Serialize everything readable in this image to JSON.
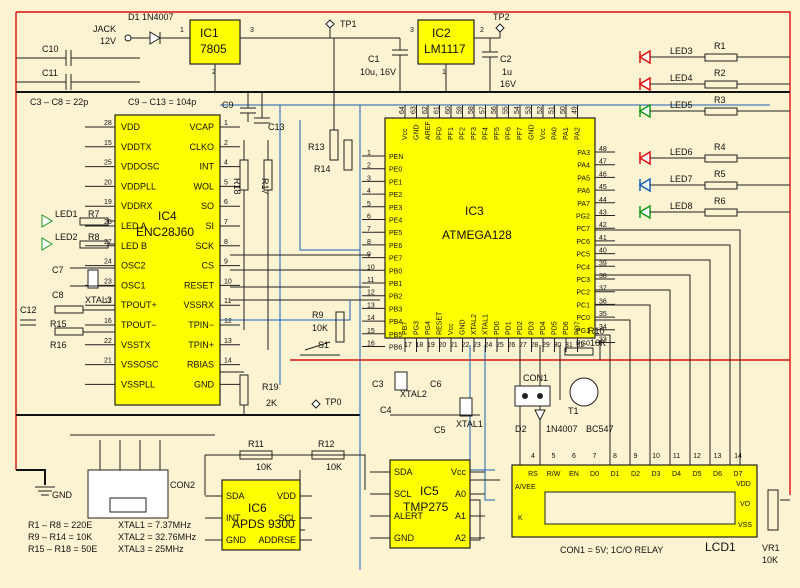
{
  "ics": {
    "ic1": {
      "ref": "IC1",
      "part": "7805"
    },
    "ic2": {
      "ref": "IC2",
      "part": "LM1117"
    },
    "ic3": {
      "ref": "IC3",
      "part": "ATMEGA128"
    },
    "ic4": {
      "ref": "IC4",
      "part": "ENC28J60"
    },
    "ic5": {
      "ref": "IC5",
      "part": "TMP275"
    },
    "ic6": {
      "ref": "IC6",
      "part": "APDS 9300"
    },
    "lcd": {
      "ref": "LCD1"
    }
  },
  "ic4_left": [
    "VDD",
    "VDDTX",
    "VDDOSC",
    "VDDPLL",
    "VDDRX",
    "LED A",
    "LED B",
    "OSC2",
    "OSC1",
    "TPOUT+",
    "TPOUT−",
    "VSSTX",
    "VSSOSC",
    "VSSPLL"
  ],
  "ic4_left_nums": [
    "28",
    "15",
    "25",
    "20",
    "19",
    "26",
    "27",
    "24",
    "23",
    "17",
    "16",
    "22",
    "21"
  ],
  "ic4_right": [
    "VCAP",
    "CLKO",
    "INT",
    "WOL",
    "SO",
    "SI",
    "SCK",
    "CS",
    "RESET",
    "VSSRX",
    "TPIN−",
    "TPIN+",
    "RBIAS",
    "GND"
  ],
  "ic4_right_nums": [
    "1",
    "2",
    "4",
    "5",
    "6",
    "7",
    "8",
    "9",
    "10",
    "11",
    "12",
    "13",
    "14"
  ],
  "ic3_left": [
    "PEN",
    "PE0",
    "PE1",
    "PE2",
    "PE3",
    "PE4",
    "PE5",
    "PE6",
    "PE7",
    "PB0",
    "PB1",
    "PB2",
    "PB3",
    "PB4",
    "PB5",
    "PB6"
  ],
  "ic3_left_nums": [
    "1",
    "2",
    "3",
    "4",
    "5",
    "6",
    "7",
    "8",
    "9",
    "10",
    "11",
    "12",
    "13",
    "14",
    "15",
    "16"
  ],
  "ic3_right": [
    "PA3",
    "PA4",
    "PA5",
    "PA6",
    "PA7",
    "PG2",
    "PC7",
    "PC6",
    "PC5",
    "PC4",
    "PC3",
    "PC2",
    "PC1",
    "PC0",
    "PG1",
    "PG0"
  ],
  "ic3_right_nums": [
    "48",
    "47",
    "46",
    "45",
    "44",
    "43",
    "42",
    "41",
    "40",
    "39",
    "38",
    "37",
    "36",
    "35",
    "34",
    "33"
  ],
  "ic3_top": [
    "Vcc",
    "GND",
    "AREF",
    "PF0",
    "PF1",
    "PF2",
    "PF3",
    "PF4",
    "PF5",
    "PF6",
    "PF7",
    "GND",
    "Vcc",
    "PA0",
    "PA1",
    "PA2"
  ],
  "ic3_top_nums": [
    "64",
    "63",
    "62",
    "61",
    "60",
    "59",
    "58",
    "57",
    "56",
    "55",
    "54",
    "53",
    "52",
    "51",
    "50",
    "49"
  ],
  "ic3_bottom": [
    "PB7",
    "PG3",
    "PG4",
    "RESET",
    "Vcc",
    "GND",
    "XTAL2",
    "XTAL1",
    "PD0",
    "PD1",
    "PD2",
    "PD3",
    "PD4",
    "PD5",
    "PD6",
    "PD7"
  ],
  "ic3_bottom_nums": [
    "17",
    "18",
    "19",
    "20",
    "21",
    "22",
    "23",
    "24",
    "25",
    "26",
    "27",
    "28",
    "29",
    "30",
    "31",
    "32"
  ],
  "ic5_left": [
    "SDA",
    "SCL",
    "ALERT",
    "GND"
  ],
  "ic5_right": [
    "Vcc",
    "A0",
    "A1",
    "A2"
  ],
  "ic6_left": [
    "SDA",
    "INT",
    "GND"
  ],
  "ic6_right": [
    "VDD",
    "SCL",
    "ADDRSE"
  ],
  "lcd_pins": [
    "RS",
    "R/W",
    "EN",
    "D0",
    "D1",
    "D2",
    "D3",
    "D4",
    "D5",
    "D6",
    "D7"
  ],
  "lcd_nums": [
    "4",
    "5",
    "6",
    "7",
    "8",
    "9",
    "10",
    "11",
    "12",
    "13",
    "14"
  ],
  "lcd_side": [
    "A/VEE",
    "K",
    "VDD",
    "VO",
    "VSS"
  ],
  "labels": {
    "jack": "JACK",
    "jack_v": "12V",
    "d1": "D1 1N4007",
    "tp1": "TP1",
    "tp2": "TP2",
    "tp0": "TP0",
    "c1": "C1",
    "c1v": "10u, 16V",
    "c2": "C2",
    "c2a": "1u",
    "c2b": "16V",
    "c10": "C10",
    "c11": "C11",
    "c3c8": "C3 – C8 = 22p",
    "c9c13": "C9 – C13 = 104p",
    "c9": "C9",
    "c13": "C13",
    "c7": "C7",
    "c8": "C8",
    "c12": "C12",
    "c3": "C3",
    "c4": "C4",
    "c5": "C5",
    "c6": "C6",
    "xtal1": "XTAL1",
    "xtal2": "XTAL2",
    "xtal3": "XTAL3",
    "led1": "LED1",
    "led2": "LED2",
    "r7": "R7",
    "r8": "R8",
    "r15": "R15",
    "r16": "R16",
    "r17": "R17",
    "r18": "R18",
    "r13": "R13",
    "r14": "R14",
    "r9": "R9",
    "r9v": "10K",
    "s1": "S1",
    "r19": "R19",
    "r19v": "2K",
    "r10": "R10",
    "r10v": "10K",
    "con1": "CON1",
    "d2": "D2",
    "d2p": "1N4007",
    "t1": "T1",
    "t1p": "BC547",
    "con2": "CON2",
    "gnd": "GND",
    "r11": "R11",
    "r11v": "10K",
    "r12": "R12",
    "r12v": "10K",
    "vr1": "VR1",
    "vr1v": "10K",
    "note_r1": "R1 – R8 = 220E",
    "note_r9": "R9 – R14 = 10K",
    "note_r15": "R15 – R18 = 50E",
    "note_x1": "XTAL1 = 7.37MHz",
    "note_x2": "XTAL2 = 32.76MHz",
    "note_x3": "XTAL3 = 25MHz",
    "note_con1": "CON1 = 5V; 1C/O RELAY"
  },
  "leds": [
    "LED3",
    "LED4",
    "LED5",
    "LED6",
    "LED7",
    "LED8"
  ],
  "led_res": [
    "R1",
    "R2",
    "R3",
    "R4",
    "R5",
    "R6"
  ],
  "colors": {
    "ic": "#ffff00",
    "paper": "#fbf3d2",
    "wire_blue": "#1a5fb4",
    "wire_red": "#dd1111",
    "led_red": "#dd1111",
    "led_green": "#1a9a1a",
    "led_blue": "#1a5fb4"
  }
}
